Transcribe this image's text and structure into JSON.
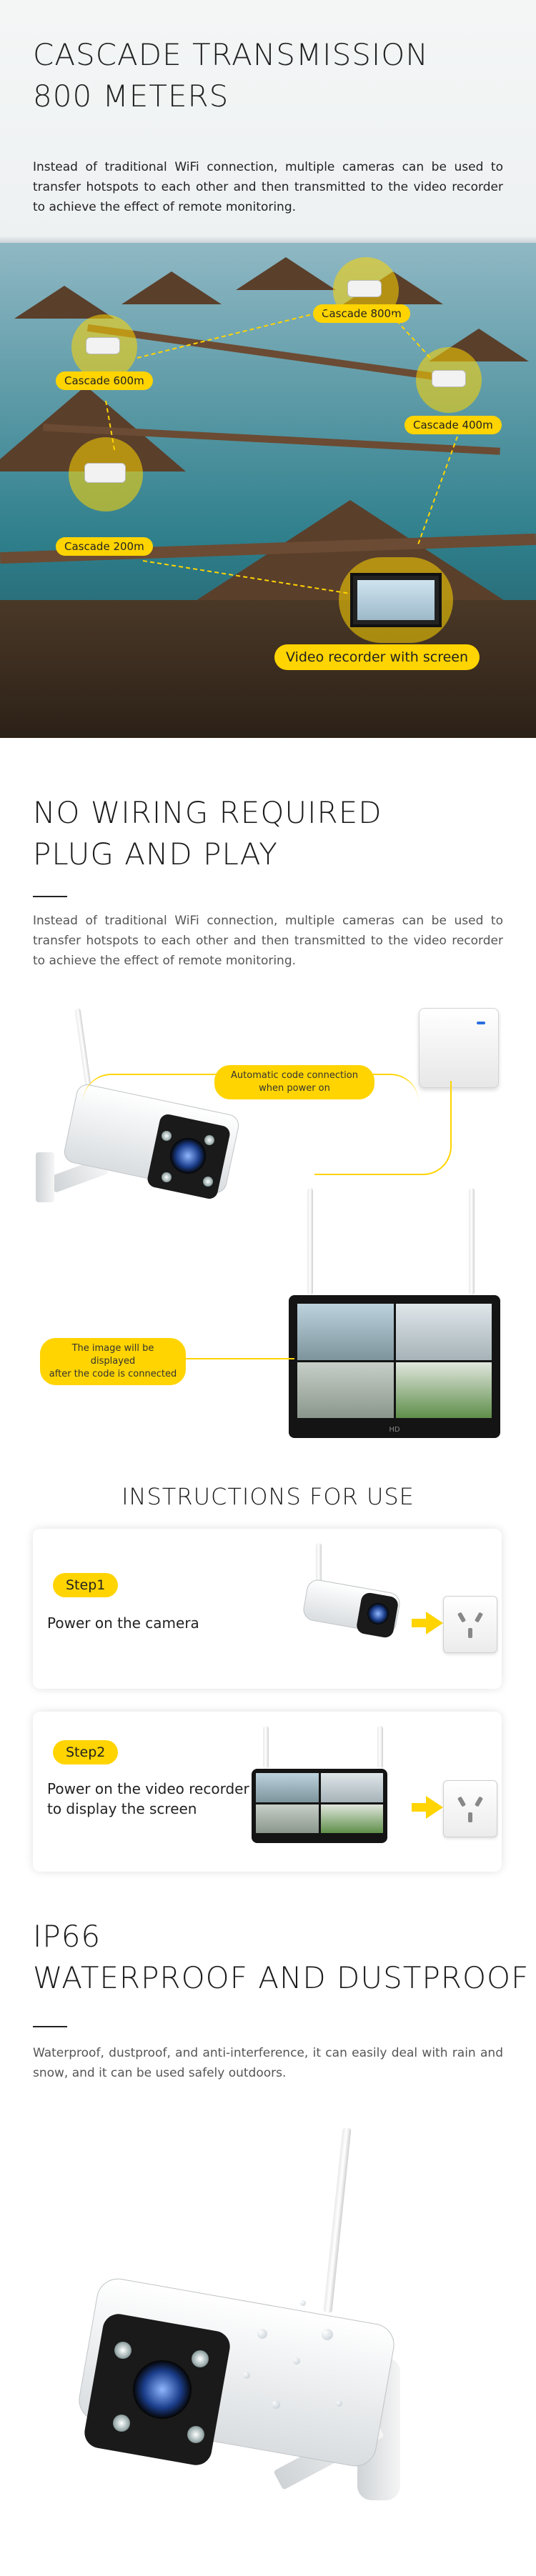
{
  "sections": {
    "cascade": {
      "title_line1": "CASCADE TRANSMISSION",
      "title_line2": "800 METERS",
      "description": "Instead of traditional WiFi connection, multiple cameras can be used to transfer hotspots to each other and then transmitted to the video recorder to achieve the effect of remote monitoring.",
      "labels": {
        "c800": "Cascade 800m",
        "c600": "Cascade 600m",
        "c400": "Cascade 400m",
        "c200": "Cascade 200m",
        "recorder": "Video recorder with screen"
      }
    },
    "plug": {
      "title_line1": "NO WIRING REQUIRED",
      "title_line2": "PLUG AND PLAY",
      "description": "Instead of traditional WiFi connection, multiple cameras can be used to transfer hotspots to each other and then transmitted to the video recorder to achieve the effect of remote monitoring.",
      "note_auto_line1": "Automatic code connection",
      "note_auto_line2": "when power on",
      "note_display_line1": "The image will be displayed",
      "note_display_line2": "after the code is connected"
    },
    "instructions": {
      "title": "INSTRUCTIONS FOR USE",
      "step1_label": "Step1",
      "step1_text": "Power on the camera",
      "step2_label": "Step2",
      "step2_text_line1": "Power on the video recorder",
      "step2_text_line2": "to display the screen"
    },
    "waterproof": {
      "title_line1": "IP66",
      "title_line2": "WATERPROOF AND DUSTPROOF",
      "description": "Waterproof, dustproof, and anti-interference, it can easily deal with rain and snow, and it can be used safely outdoors."
    }
  },
  "colors": {
    "accent": "#ffd400",
    "text": "#1c1c1c"
  }
}
